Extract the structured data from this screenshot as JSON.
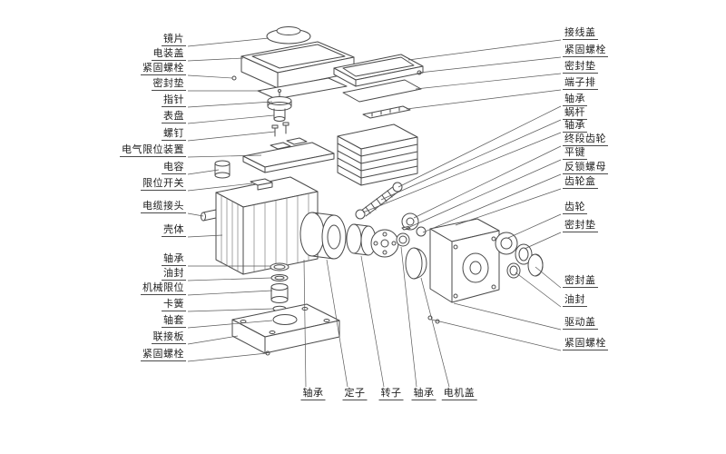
{
  "diagram": {
    "colors": {
      "line": "#4a4a4a",
      "fin": "#6a6a6a",
      "leader": "#5a5a5a",
      "text": "#1e1e1e",
      "background": "#ffffff"
    },
    "labels": {
      "left": [
        {
          "text": "镜片"
        },
        {
          "text": "电装盖"
        },
        {
          "text": "紧固螺栓"
        },
        {
          "text": "密封垫"
        },
        {
          "text": "指针"
        },
        {
          "text": "表盘"
        },
        {
          "text": "螺钉"
        },
        {
          "text": "电气限位装置"
        },
        {
          "text": "电容"
        },
        {
          "text": "限位开关"
        },
        {
          "text": "电缆接头"
        },
        {
          "text": "壳体"
        },
        {
          "text": "轴承"
        },
        {
          "text": "油封"
        },
        {
          "text": "机械限位"
        },
        {
          "text": "卡簧"
        },
        {
          "text": "轴套"
        },
        {
          "text": "联接板"
        },
        {
          "text": "紧固螺栓"
        }
      ],
      "right": [
        {
          "text": "接线盖"
        },
        {
          "text": "紧固螺栓"
        },
        {
          "text": "密封垫"
        },
        {
          "text": "端子排"
        },
        {
          "text": "轴承"
        },
        {
          "text": "蜗杆"
        },
        {
          "text": "轴承"
        },
        {
          "text": "终段齿轮"
        },
        {
          "text": "平键"
        },
        {
          "text": "反锁螺母"
        },
        {
          "text": "齿轮盒"
        },
        {
          "text": "齿轮"
        },
        {
          "text": "密封垫"
        },
        {
          "text": "密封盖"
        },
        {
          "text": "油封"
        },
        {
          "text": "驱动盖"
        },
        {
          "text": "紧固螺栓"
        }
      ],
      "bottom": [
        {
          "text": "轴承"
        },
        {
          "text": "定子"
        },
        {
          "text": "转子"
        },
        {
          "text": "轴承"
        },
        {
          "text": "电机盖"
        }
      ]
    }
  }
}
